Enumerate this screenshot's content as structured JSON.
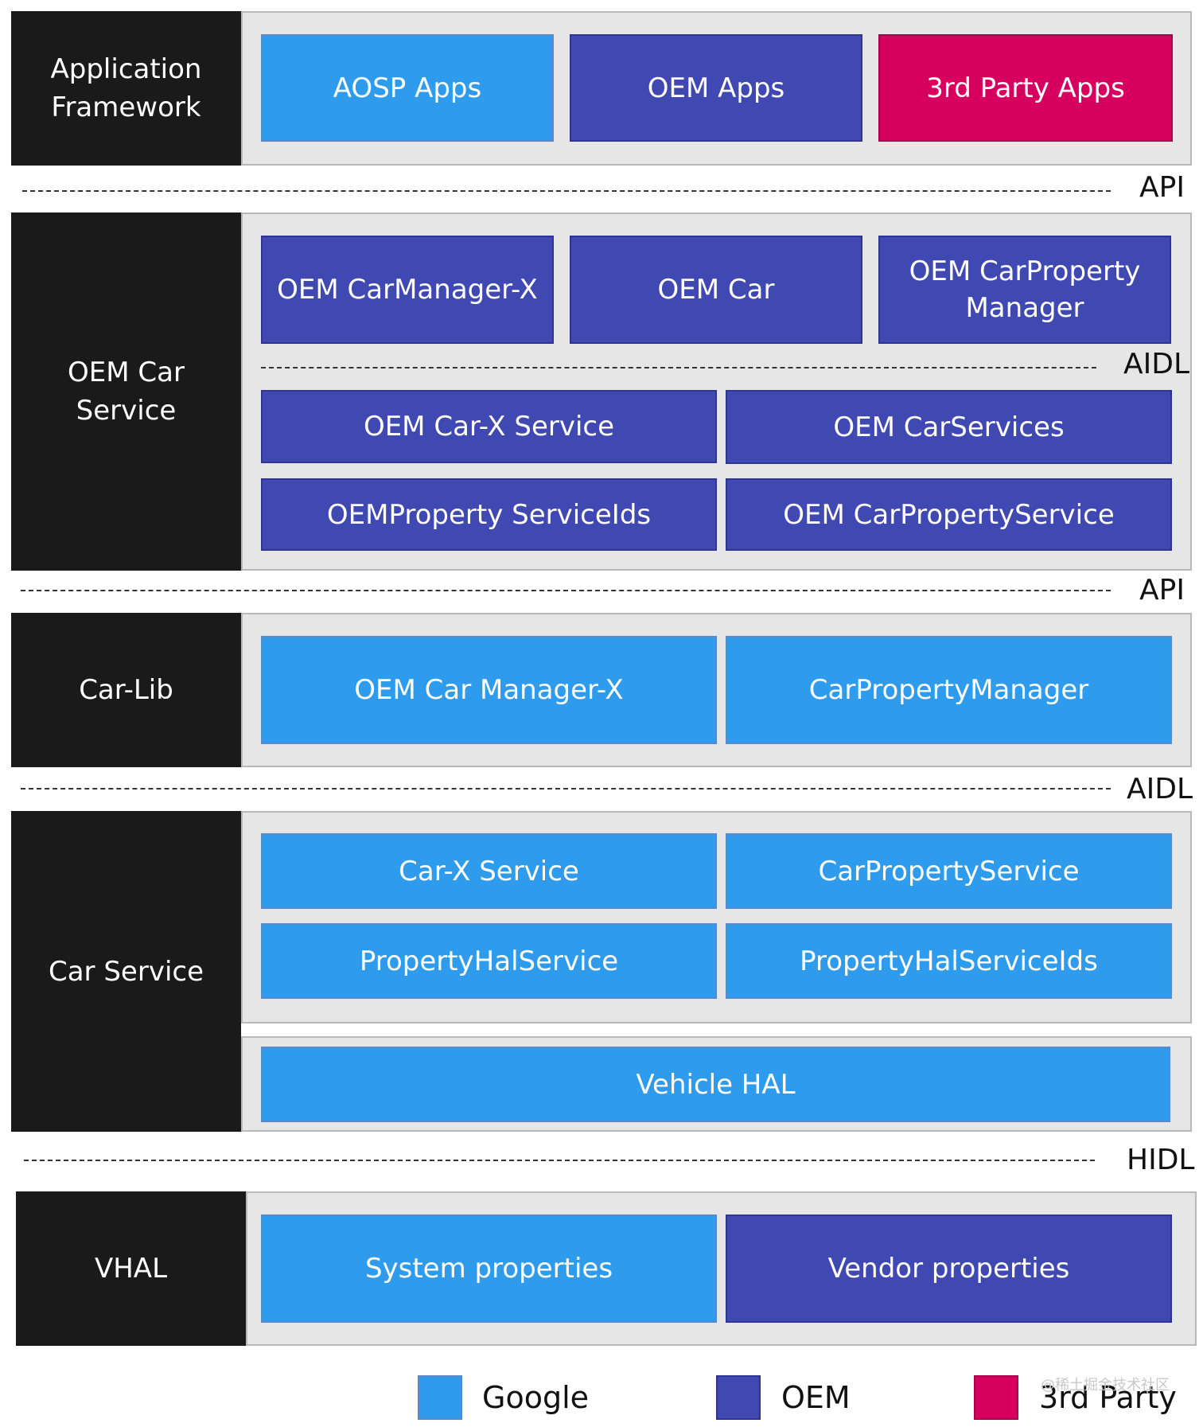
{
  "layers": {
    "app_framework": {
      "label": "Application\nFramework",
      "boxes": [
        "AOSP Apps",
        "OEM Apps",
        "3rd Party Apps"
      ]
    },
    "oem_car_service": {
      "label": "OEM Car\nService",
      "top_boxes": [
        "OEM CarManager-X",
        "OEM Car",
        "OEM CarProperty\nManager"
      ],
      "inner_separator": "AIDL",
      "service_boxes": [
        "OEM Car-X Service",
        "OEM CarServices",
        "OEMProperty ServiceIds",
        "OEM CarPropertyService"
      ]
    },
    "car_lib": {
      "label": "Car-Lib",
      "boxes": [
        "OEM Car Manager-X",
        "CarPropertyManager"
      ]
    },
    "car_service": {
      "label": "Car Service",
      "boxes": [
        "Car-X Service",
        "CarPropertyService",
        "PropertyHalService",
        "PropertyHalServiceIds"
      ],
      "hal_box": "Vehicle HAL"
    },
    "vhal": {
      "label": "VHAL",
      "boxes": [
        "System properties",
        "Vendor properties"
      ]
    }
  },
  "separators": [
    "API",
    "API",
    "AIDL",
    "HIDL"
  ],
  "legend": [
    {
      "label": "Google",
      "color": "#2e9bec"
    },
    {
      "label": "OEM",
      "color": "#4048b1"
    },
    {
      "label": "3rd Party",
      "color": "#d8005f"
    }
  ],
  "watermark": "@稀土掘金技术社区",
  "colors": {
    "google": "#2e9bec",
    "oem": "#4048b1",
    "third_party": "#d8005f",
    "label_bg": "#1a1a1a",
    "panel_bg": "#e6e6e6"
  }
}
